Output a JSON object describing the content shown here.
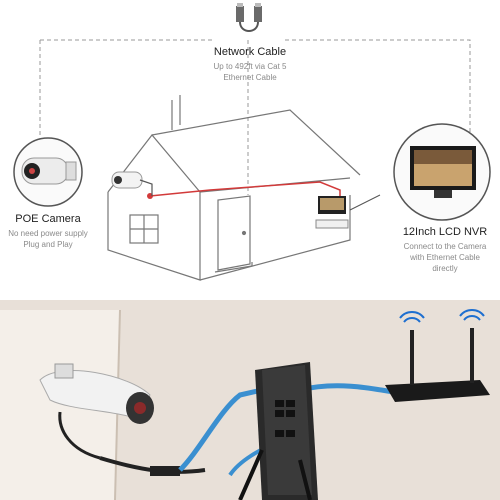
{
  "network_cable": {
    "title": "Network Cable",
    "desc_line1": "Up to 492ft via Cat 5",
    "desc_line2": "Ethernet Cable"
  },
  "poe_camera": {
    "title": "POE Camera",
    "desc_line1": "No need power supply",
    "desc_line2": "Plug and Play"
  },
  "nvr": {
    "title": "12Inch LCD NVR",
    "desc_line1": "Connect to the Camera",
    "desc_line2": "with Ethernet Cable",
    "desc_line3": "directly"
  },
  "colors": {
    "cable_red": "#d23a3a",
    "ethernet_blue": "#3a8fd0",
    "wifi_blue": "#1e6fd0",
    "wall": "#e8e0d8"
  },
  "icons": [
    "ethernet-plug-icon",
    "camera-icon",
    "nvr-monitor-icon",
    "router-icon",
    "wifi-icon",
    "house-icon"
  ]
}
